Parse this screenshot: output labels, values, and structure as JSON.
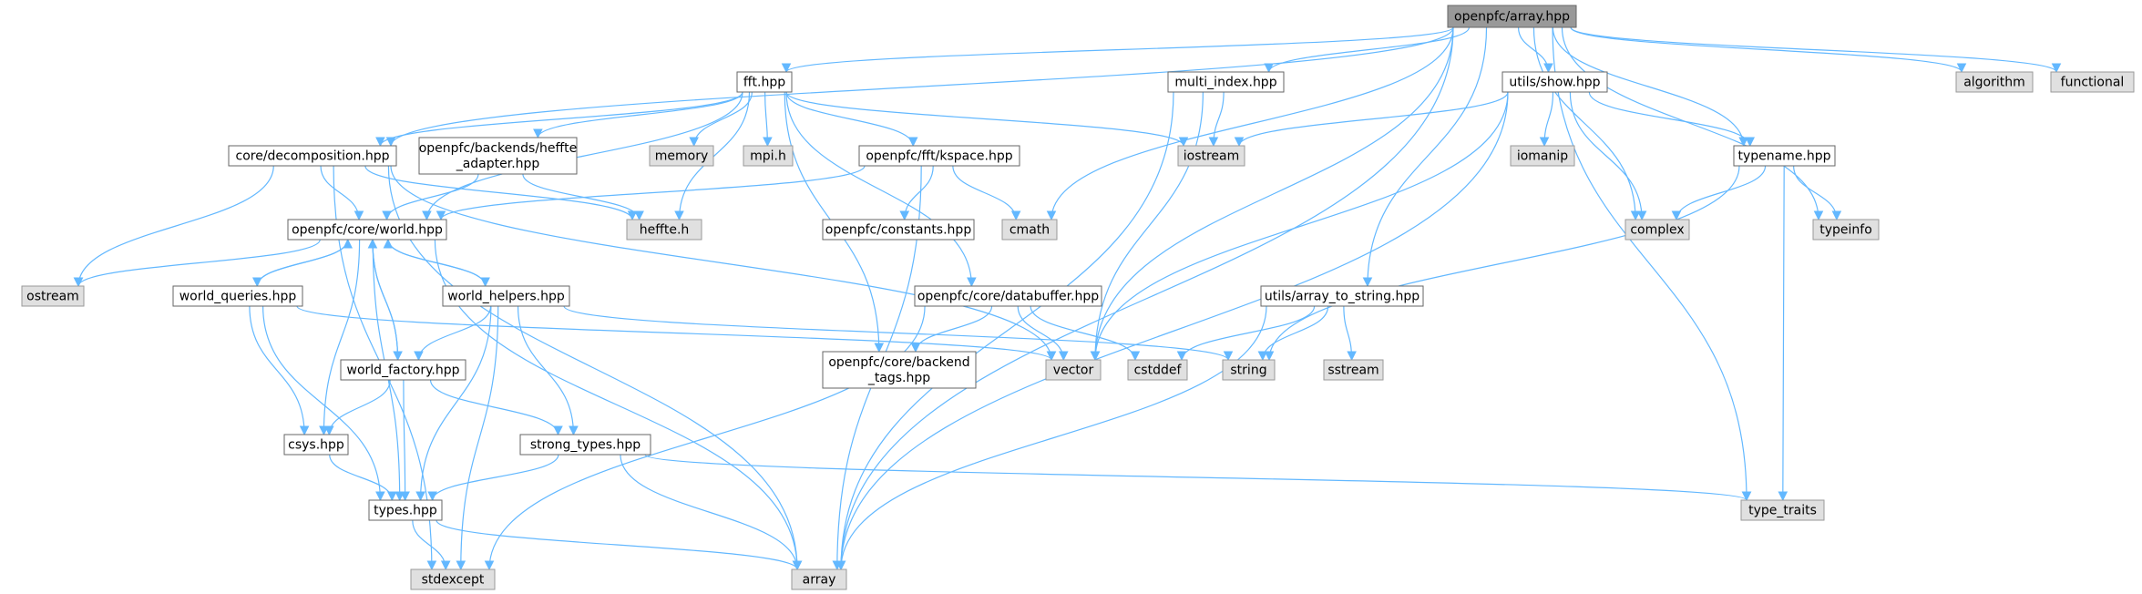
{
  "colors": {
    "edge": "#63b8ff",
    "root_fill": "#999999",
    "system_fill": "#e0e0e0",
    "project_fill": "#ffffff",
    "border": "#666666"
  },
  "nodes": [
    {
      "id": "array_hpp",
      "lines": [
        "openpfc/array.hpp"
      ],
      "kind": "root"
    },
    {
      "id": "fft",
      "lines": [
        "fft.hpp"
      ],
      "kind": "project"
    },
    {
      "id": "multi_index",
      "lines": [
        "multi_index.hpp"
      ],
      "kind": "project"
    },
    {
      "id": "utils_show",
      "lines": [
        "utils/show.hpp"
      ],
      "kind": "project"
    },
    {
      "id": "algorithm",
      "lines": [
        "algorithm"
      ],
      "kind": "system"
    },
    {
      "id": "functional",
      "lines": [
        "functional"
      ],
      "kind": "system"
    },
    {
      "id": "core_decomp",
      "lines": [
        "core/decomposition.hpp"
      ],
      "kind": "project"
    },
    {
      "id": "heffte_adapter",
      "lines": [
        "openpfc/backends/heffte",
        "_adapter.hpp"
      ],
      "kind": "project"
    },
    {
      "id": "memory",
      "lines": [
        "memory"
      ],
      "kind": "system"
    },
    {
      "id": "mpi",
      "lines": [
        "mpi.h"
      ],
      "kind": "system"
    },
    {
      "id": "kspace",
      "lines": [
        "openpfc/fft/kspace.hpp"
      ],
      "kind": "project"
    },
    {
      "id": "iostream",
      "lines": [
        "iostream"
      ],
      "kind": "system"
    },
    {
      "id": "iomanip",
      "lines": [
        "iomanip"
      ],
      "kind": "system"
    },
    {
      "id": "typename",
      "lines": [
        "typename.hpp"
      ],
      "kind": "project"
    },
    {
      "id": "world",
      "lines": [
        "openpfc/core/world.hpp"
      ],
      "kind": "project"
    },
    {
      "id": "heffte_h",
      "lines": [
        "heffte.h"
      ],
      "kind": "system"
    },
    {
      "id": "constants",
      "lines": [
        "openpfc/constants.hpp"
      ],
      "kind": "project"
    },
    {
      "id": "cmath",
      "lines": [
        "cmath"
      ],
      "kind": "system"
    },
    {
      "id": "complex",
      "lines": [
        "complex"
      ],
      "kind": "system"
    },
    {
      "id": "typeinfo",
      "lines": [
        "typeinfo"
      ],
      "kind": "system"
    },
    {
      "id": "ostream",
      "lines": [
        "ostream"
      ],
      "kind": "system"
    },
    {
      "id": "world_queries",
      "lines": [
        "world_queries.hpp"
      ],
      "kind": "project"
    },
    {
      "id": "world_helpers",
      "lines": [
        "world_helpers.hpp"
      ],
      "kind": "project"
    },
    {
      "id": "databuffer",
      "lines": [
        "openpfc/core/databuffer.hpp"
      ],
      "kind": "project"
    },
    {
      "id": "array_to_string",
      "lines": [
        "utils/array_to_string.hpp"
      ],
      "kind": "project"
    },
    {
      "id": "vector",
      "lines": [
        "vector"
      ],
      "kind": "system"
    },
    {
      "id": "cstddef",
      "lines": [
        "cstddef"
      ],
      "kind": "system"
    },
    {
      "id": "string",
      "lines": [
        "string"
      ],
      "kind": "system"
    },
    {
      "id": "sstream",
      "lines": [
        "sstream"
      ],
      "kind": "system"
    },
    {
      "id": "backend_tags",
      "lines": [
        "openpfc/core/backend",
        "_tags.hpp"
      ],
      "kind": "project"
    },
    {
      "id": "world_factory",
      "lines": [
        "world_factory.hpp"
      ],
      "kind": "project"
    },
    {
      "id": "csys",
      "lines": [
        "csys.hpp"
      ],
      "kind": "project"
    },
    {
      "id": "strong_types",
      "lines": [
        "strong_types.hpp"
      ],
      "kind": "project"
    },
    {
      "id": "types",
      "lines": [
        "types.hpp"
      ],
      "kind": "project"
    },
    {
      "id": "type_traits",
      "lines": [
        "type_traits"
      ],
      "kind": "system"
    },
    {
      "id": "stdexcept",
      "lines": [
        "stdexcept"
      ],
      "kind": "system"
    },
    {
      "id": "array_std",
      "lines": [
        "array"
      ],
      "kind": "system"
    }
  ],
  "edges": [
    [
      "array_hpp",
      "fft"
    ],
    [
      "array_hpp",
      "multi_index"
    ],
    [
      "array_hpp",
      "utils_show"
    ],
    [
      "array_hpp",
      "algorithm"
    ],
    [
      "array_hpp",
      "functional"
    ],
    [
      "array_hpp",
      "core_decomp"
    ],
    [
      "array_hpp",
      "cmath"
    ],
    [
      "array_hpp",
      "complex"
    ],
    [
      "array_hpp",
      "typename"
    ],
    [
      "array_hpp",
      "typeinfo"
    ],
    [
      "array_hpp",
      "vector"
    ],
    [
      "array_hpp",
      "array_to_string"
    ],
    [
      "array_hpp",
      "type_traits"
    ],
    [
      "array_hpp",
      "array_std"
    ],
    [
      "fft",
      "core_decomp"
    ],
    [
      "fft",
      "heffte_adapter"
    ],
    [
      "fft",
      "memory"
    ],
    [
      "fft",
      "mpi"
    ],
    [
      "fft",
      "kspace"
    ],
    [
      "fft",
      "iostream"
    ],
    [
      "fft",
      "world"
    ],
    [
      "fft",
      "heffte_h"
    ],
    [
      "fft",
      "databuffer"
    ],
    [
      "fft",
      "backend_tags"
    ],
    [
      "multi_index",
      "iostream"
    ],
    [
      "multi_index",
      "vector"
    ],
    [
      "multi_index",
      "array_std"
    ],
    [
      "utils_show",
      "iostream"
    ],
    [
      "utils_show",
      "iomanip"
    ],
    [
      "utils_show",
      "complex"
    ],
    [
      "utils_show",
      "typename"
    ],
    [
      "utils_show",
      "vector"
    ],
    [
      "utils_show",
      "array_std"
    ],
    [
      "typename",
      "complex"
    ],
    [
      "typename",
      "typeinfo"
    ],
    [
      "typename",
      "type_traits"
    ],
    [
      "typename",
      "string"
    ],
    [
      "core_decomp",
      "world"
    ],
    [
      "core_decomp",
      "heffte_h"
    ],
    [
      "core_decomp",
      "ostream"
    ],
    [
      "core_decomp",
      "vector"
    ],
    [
      "core_decomp",
      "array_std"
    ],
    [
      "core_decomp",
      "stdexcept"
    ],
    [
      "heffte_adapter",
      "world"
    ],
    [
      "heffte_adapter",
      "heffte_h"
    ],
    [
      "kspace",
      "world"
    ],
    [
      "kspace",
      "constants"
    ],
    [
      "kspace",
      "cmath"
    ],
    [
      "kspace",
      "array_std"
    ],
    [
      "world",
      "ostream"
    ],
    [
      "world",
      "world_queries"
    ],
    [
      "world",
      "world_helpers"
    ],
    [
      "world",
      "world_factory"
    ],
    [
      "world",
      "csys"
    ],
    [
      "world",
      "types"
    ],
    [
      "world",
      "array_std"
    ],
    [
      "world_queries",
      "world"
    ],
    [
      "world_queries",
      "csys"
    ],
    [
      "world_queries",
      "types"
    ],
    [
      "world_queries",
      "vector"
    ],
    [
      "world_helpers",
      "world"
    ],
    [
      "world_helpers",
      "world_factory"
    ],
    [
      "world_helpers",
      "strong_types"
    ],
    [
      "world_helpers",
      "types"
    ],
    [
      "world_helpers",
      "stdexcept"
    ],
    [
      "world_helpers",
      "string"
    ],
    [
      "world_factory",
      "world"
    ],
    [
      "world_factory",
      "csys"
    ],
    [
      "world_factory",
      "strong_types"
    ],
    [
      "world_factory",
      "types"
    ],
    [
      "csys",
      "types"
    ],
    [
      "strong_types",
      "types"
    ],
    [
      "strong_types",
      "type_traits"
    ],
    [
      "strong_types",
      "array_std"
    ],
    [
      "types",
      "stdexcept"
    ],
    [
      "types",
      "array_std"
    ],
    [
      "databuffer",
      "backend_tags"
    ],
    [
      "databuffer",
      "vector"
    ],
    [
      "databuffer",
      "cstddef"
    ],
    [
      "databuffer",
      "stdexcept"
    ],
    [
      "array_to_string",
      "cstddef"
    ],
    [
      "array_to_string",
      "string"
    ],
    [
      "array_to_string",
      "sstream"
    ],
    [
      "array_to_string",
      "array_std"
    ]
  ]
}
